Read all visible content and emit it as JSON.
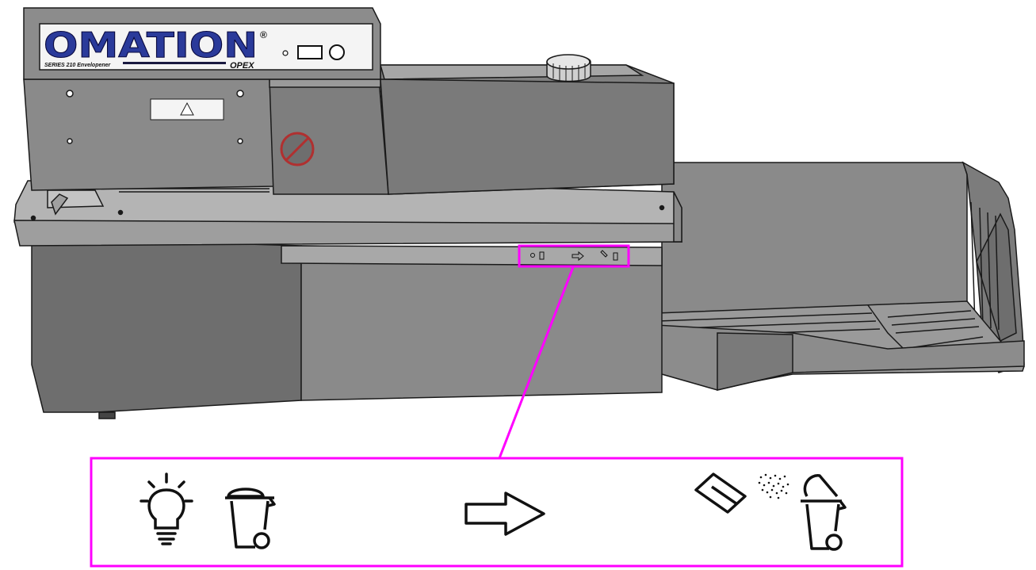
{
  "machine": {
    "brand": "OMATION",
    "registered_mark": "®",
    "series": "SERIES 210 Envelopener",
    "maker": "OPEX"
  },
  "colors": {
    "highlight": "#ff00ff",
    "body": "#808080",
    "body_light": "#9a9a9a",
    "body_dark": "#5e5e5e",
    "brand_blue": "#2a3a9a",
    "outline": "#1a1a1a"
  },
  "icons": [
    "light-bulb-icon",
    "trash-bin-icon",
    "right-arrow-icon",
    "envelope-icon",
    "dust-particles-icon",
    "open-trash-bin-icon"
  ]
}
